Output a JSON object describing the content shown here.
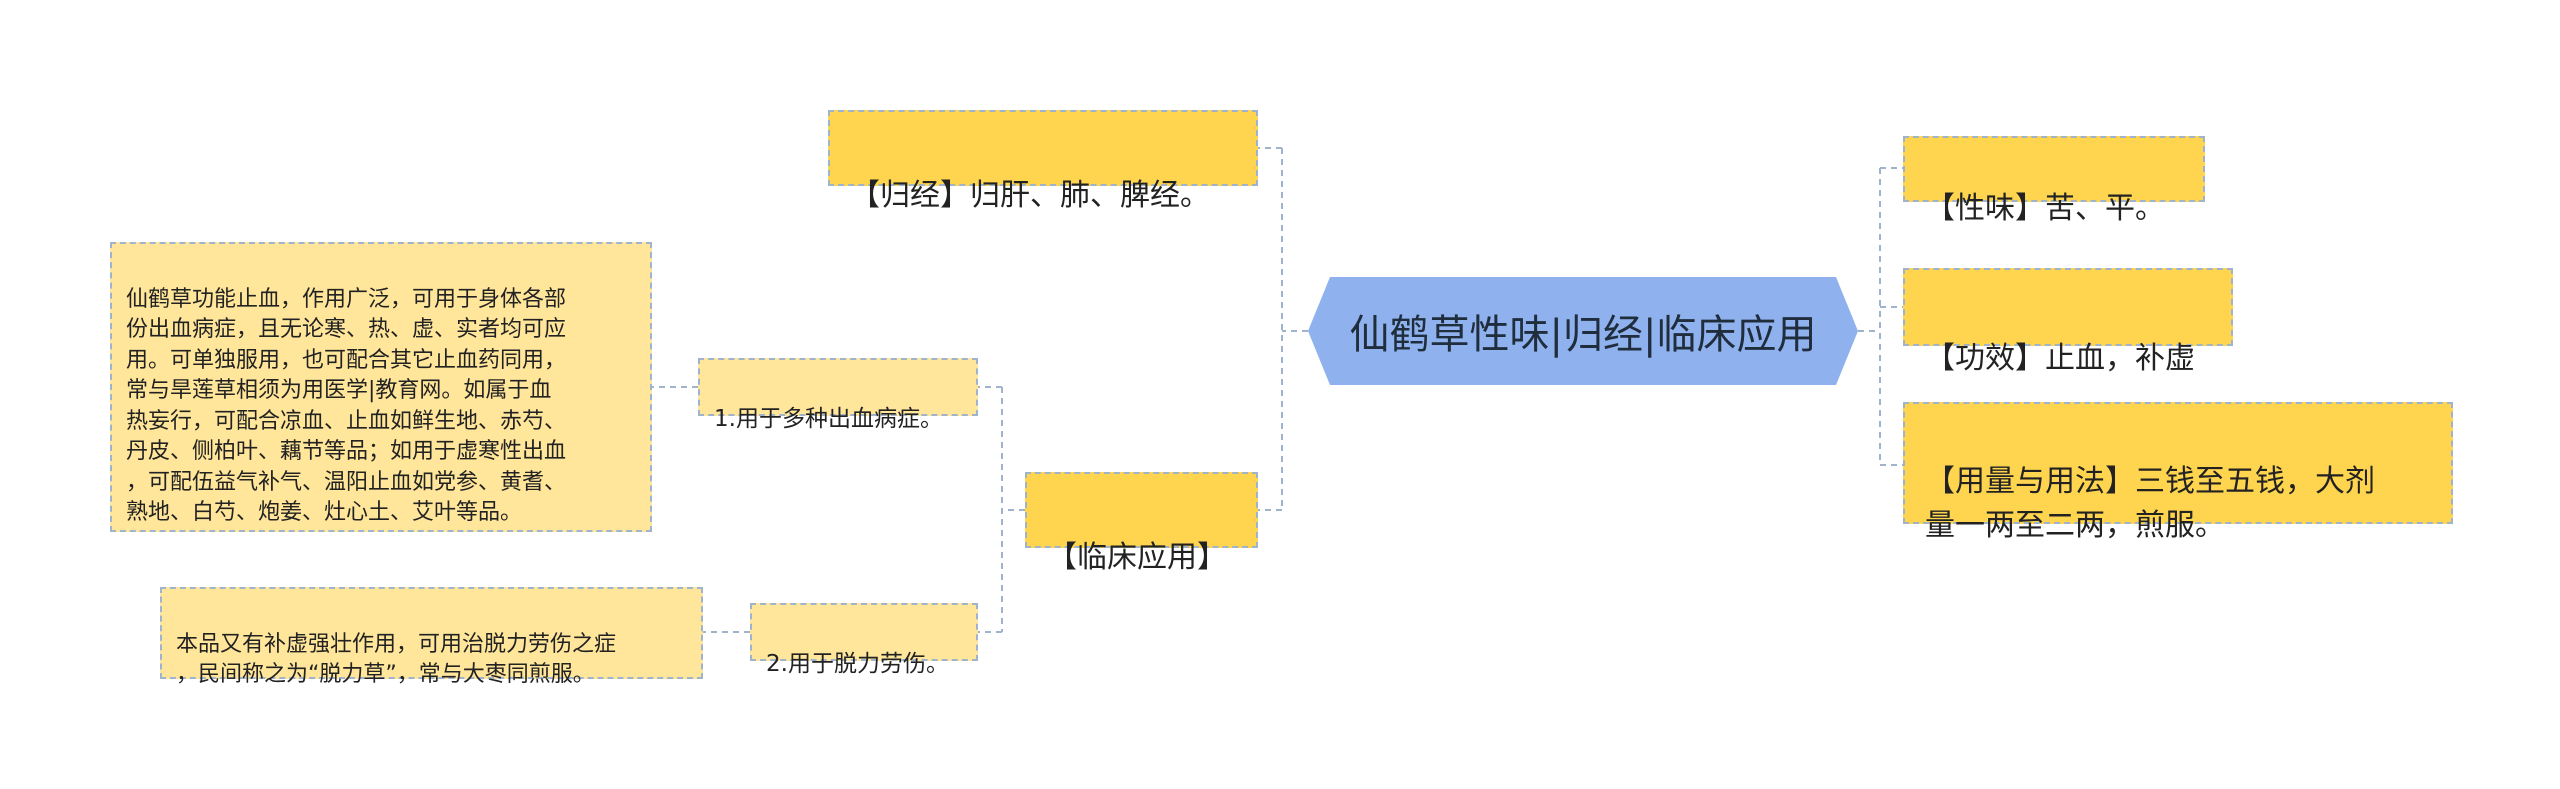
{
  "root": {
    "label": "仙鹤草性味|归经|临床应用",
    "color": "#8fb2ee"
  },
  "right": [
    {
      "label": "【性味】苦、平。"
    },
    {
      "label": "【功效】止血，补虚"
    },
    {
      "label": "【用量与用法】三钱至五钱，大剂\n量一两至二两，煎服。"
    }
  ],
  "left": {
    "guijing": {
      "label": "【归经】归肝、肺、脾经。"
    },
    "linchuang": {
      "label": "【临床应用】",
      "children": [
        {
          "label": "1.用于多种出血病症。",
          "detail": "仙鹤草功能止血，作用广泛，可用于身体各部\n份出血病症，且无论寒、热、虚、实者均可应\n用。可单独服用，也可配合其它止血药同用，\n常与旱莲草相须为用医学|教育网。如属于血\n热妄行，可配合凉血、止血如鲜生地、赤芍、\n丹皮、侧柏叶、藕节等品；如用于虚寒性出血\n，可配伍益气补气、温阳止血如党参、黄耆、\n熟地、白芍、炮姜、灶心土、艾叶等品。"
        },
        {
          "label": "2.用于脱力劳伤。",
          "detail": "本品又有补虚强壮作用，可用治脱力劳伤之症\n，民间称之为“脱力草”，常与大枣同煎服。"
        }
      ]
    }
  },
  "colors": {
    "primary": "#ffd54f",
    "secondary": "#ffe69b",
    "connector": "#9fb4cc"
  }
}
